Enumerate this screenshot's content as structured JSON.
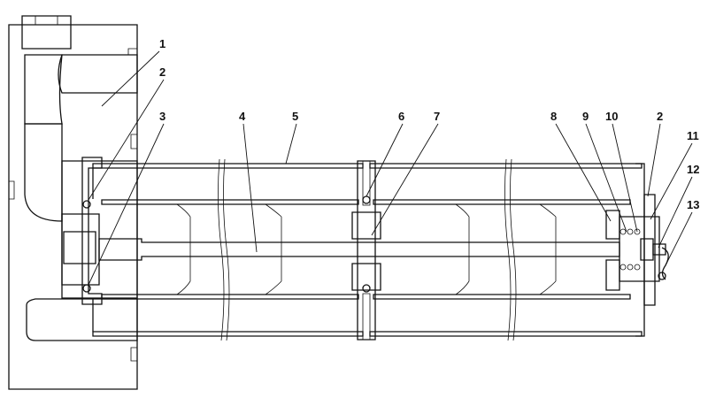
{
  "diagram": {
    "callouts": [
      {
        "id": "c1",
        "label": "1"
      },
      {
        "id": "c2a",
        "label": "2"
      },
      {
        "id": "c3",
        "label": "3"
      },
      {
        "id": "c4",
        "label": "4"
      },
      {
        "id": "c5",
        "label": "5"
      },
      {
        "id": "c6",
        "label": "6"
      },
      {
        "id": "c7",
        "label": "7"
      },
      {
        "id": "c8",
        "label": "8"
      },
      {
        "id": "c9",
        "label": "9"
      },
      {
        "id": "c10",
        "label": "10"
      },
      {
        "id": "c2b",
        "label": "2"
      },
      {
        "id": "c11",
        "label": "11"
      },
      {
        "id": "c12",
        "label": "12"
      },
      {
        "id": "c13",
        "label": "13"
      }
    ]
  }
}
